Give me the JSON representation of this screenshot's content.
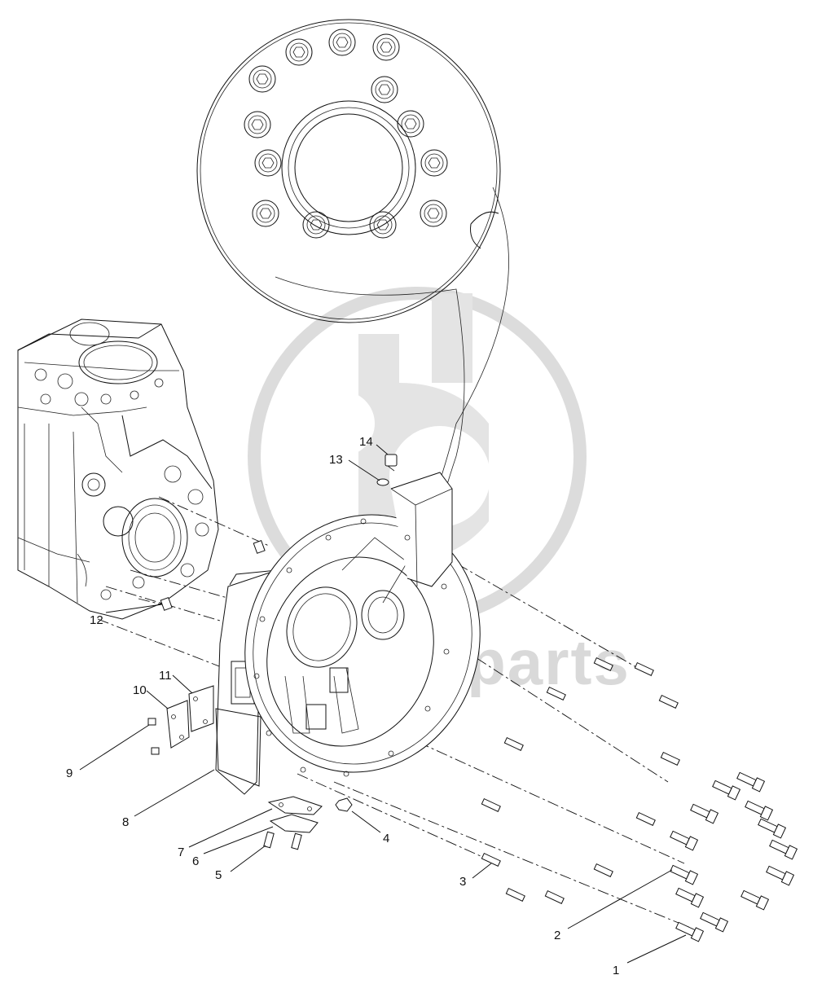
{
  "watermark": {
    "text": "dieselparts",
    "color": "#d9d9d9"
  },
  "callouts": [
    {
      "number": "1"
    },
    {
      "number": "2"
    },
    {
      "number": "3"
    },
    {
      "number": "4"
    },
    {
      "number": "5"
    },
    {
      "number": "6"
    },
    {
      "number": "7"
    },
    {
      "number": "8"
    },
    {
      "number": "9"
    },
    {
      "number": "10"
    },
    {
      "number": "11"
    },
    {
      "number": "12"
    },
    {
      "number": "13"
    },
    {
      "number": "14"
    }
  ]
}
